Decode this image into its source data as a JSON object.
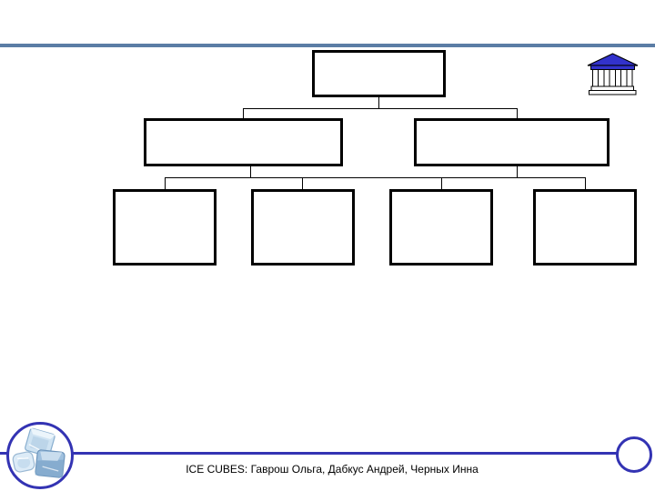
{
  "slide": {
    "footer_text": "ICE CUBES: Гаврош Ольга, Дабкус Андрей, Черных Инна",
    "background": "#ffffff"
  },
  "colors": {
    "top_divider": "#5b7da5",
    "accent_blue": "#3333b3",
    "bank_roof_blue": "#3232cc",
    "box_border": "#000000"
  },
  "icons": {
    "bank": "bank-building-icon",
    "ice_cubes": "ice-cubes-image"
  },
  "diagram": {
    "type": "org-chart",
    "levels": [
      {
        "boxes": [
          {
            "label": ""
          }
        ]
      },
      {
        "boxes": [
          {
            "label": ""
          },
          {
            "label": ""
          }
        ]
      },
      {
        "boxes": [
          {
            "label": ""
          },
          {
            "label": ""
          },
          {
            "label": ""
          },
          {
            "label": ""
          }
        ]
      }
    ]
  }
}
